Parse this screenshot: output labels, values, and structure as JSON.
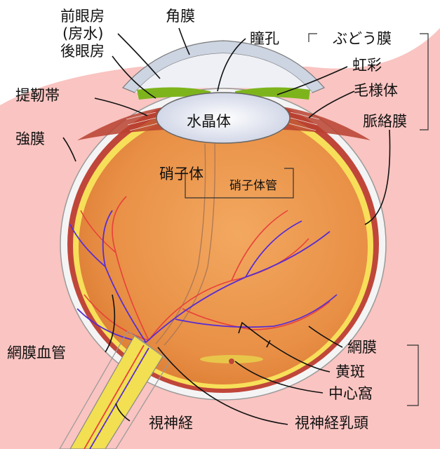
{
  "labels": {
    "anterior_chamber": "前眼房",
    "aqueous": "(房水)",
    "posterior_chamber": "後眼房",
    "cornea": "角膜",
    "pupil": "瞳孔",
    "uvea": "ぶどう膜",
    "iris": "虹彩",
    "ciliary_body": "毛様体",
    "choroid": "脈絡膜",
    "zonule": "提靭帯",
    "lens": "水晶体",
    "sclera": "強膜",
    "vitreous": "硝子体",
    "hyaloid_canal": "硝子体管",
    "retinal_vessels": "網膜血管",
    "retina": "網膜",
    "macula": "黄斑",
    "fovea": "中心窩",
    "optic_nerve": "視神経",
    "optic_disc": "視神経乳頭"
  },
  "colors": {
    "background_tissue": "#f9c4c1",
    "sclera": "#f3f3f3",
    "choroid": "#c0463a",
    "retina": "#f7df5a",
    "vitreous": "#e88f45",
    "cornea": "#c8d0de",
    "iris": "#7db41c",
    "lens": "#e4e8f4",
    "optic_nerve": "#f2df52",
    "artery": "#e8413a",
    "vein": "#5a2ed1"
  },
  "icons": {
    "eyeball": "eye-cross-section"
  }
}
